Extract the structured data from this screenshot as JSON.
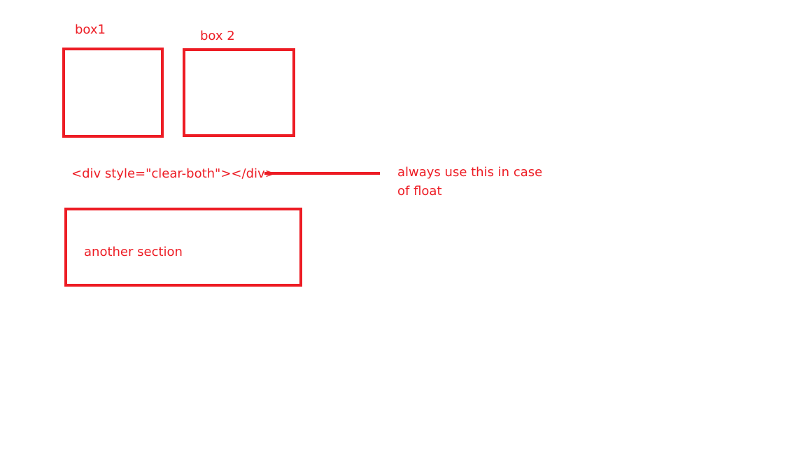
{
  "stroke_color": "#ed1c24",
  "labels": {
    "box1": "box1",
    "box2": "box 2",
    "clear_div": "<div style=\"clear-both\"></div>",
    "note_line1": "always use this in case",
    "note_line2": "of float",
    "section": "another section"
  }
}
